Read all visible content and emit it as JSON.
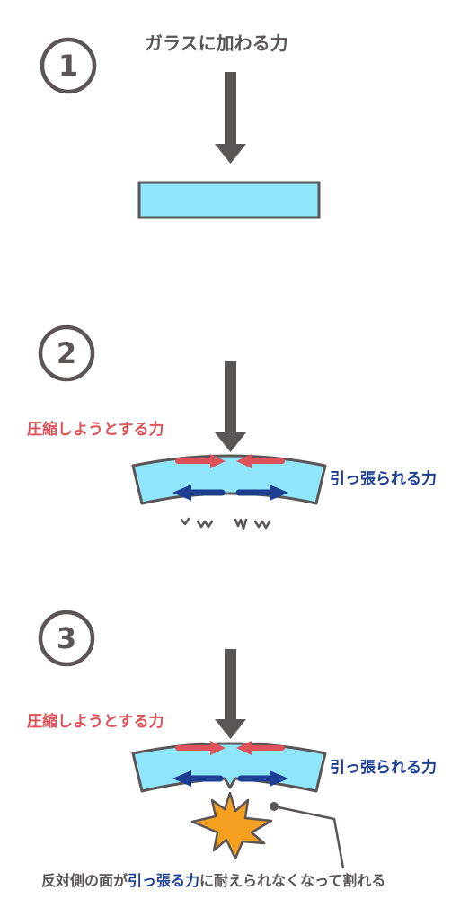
{
  "steps": [
    {
      "number": "1",
      "title": "ガラスに加わる力"
    },
    {
      "number": "2",
      "compress_label": "圧縮しようとする力",
      "tension_label": "引っ張られる力"
    },
    {
      "number": "3",
      "compress_label": "圧縮しようとする力",
      "tension_label": "引っ張られる力",
      "caption": {
        "before": "反対側の面が",
        "highlight": "引っ張る力",
        "after": "に耐えられなくなって割れる"
      }
    }
  ],
  "colors": {
    "glass": "#8fe6fb",
    "outline": "#5b5556",
    "compression": "#e0525a",
    "tension": "#1c3f93",
    "crack_fill": "#f5a020"
  }
}
